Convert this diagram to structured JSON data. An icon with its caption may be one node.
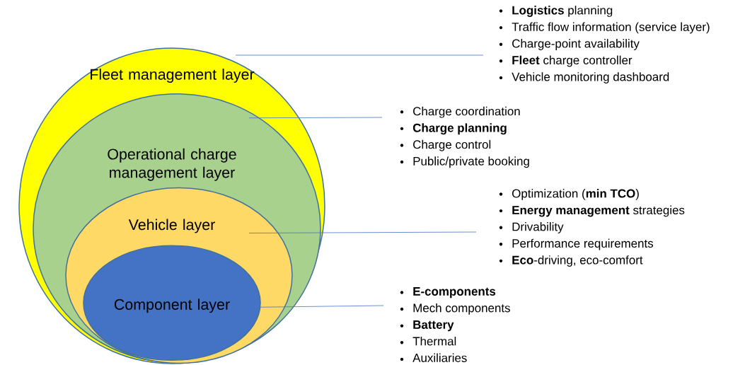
{
  "diagram": {
    "nodes": [
      {
        "text": [
          "Fleet management layer"
        ]
      },
      {
        "text": [
          "Operational charge management layer"
        ],
        "in": 0
      },
      {
        "text": [
          "Vehicle layer"
        ],
        "in": 1
      },
      {
        "text": [
          "Component layer"
        ],
        "in": 2
      },
      {
        "text": [
          "**Logistics** planning",
          "Traffic flow information (service layer)",
          "Charge-point availability",
          "**Fleet** charge controller",
          "Vehicle monitoring dashboard"
        ]
      },
      {
        "text": [
          "Charge coordination",
          "**Charge planning**",
          "Charge control",
          "Public/private booking"
        ]
      },
      {
        "text": [
          "Optimization (**min TCO**)",
          "**Energy management** strategies",
          "Drivability",
          "Performance requirements",
          "**Eco**-driving, eco-comfort"
        ]
      },
      {
        "text": [
          "**E-components**",
          "Mech components",
          "**Battery**",
          "Thermal",
          "Auxiliaries"
        ]
      }
    ],
    "edges": [
      {
        "from": 4,
        "to": 0,
        "arrow": "none"
      },
      {
        "from": 5,
        "to": 1,
        "arrow": "none"
      },
      {
        "from": 6,
        "to": 2,
        "arrow": "none"
      },
      {
        "from": 7,
        "to": 3,
        "arrow": "none"
      }
    ]
  }
}
